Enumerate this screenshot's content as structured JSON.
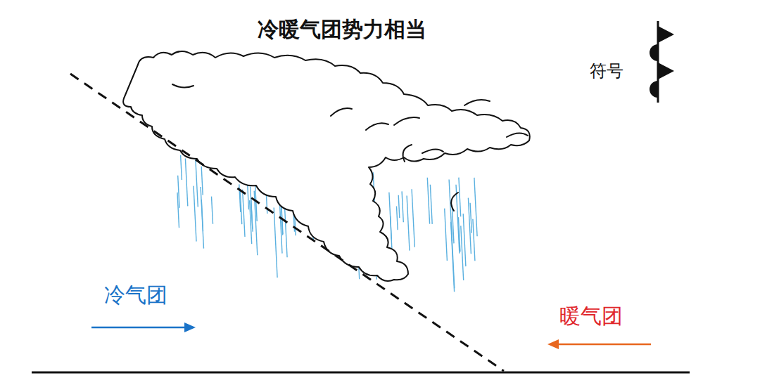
{
  "diagram": {
    "title": "冷暖气团势力相当",
    "labels": [
      "符号",
      "冷气团",
      "暖气团"
    ]
  }
}
